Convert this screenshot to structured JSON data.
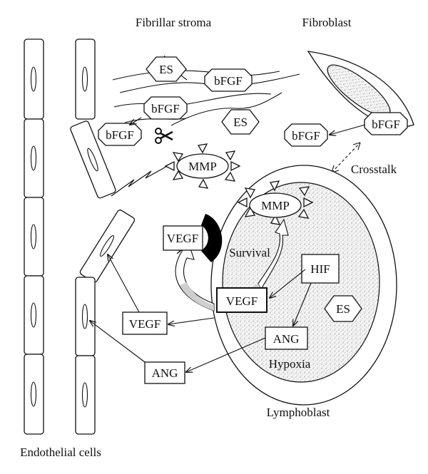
{
  "labels": {
    "fibrillar_stroma": "Fibrillar stroma",
    "fibroblast": "Fibroblast",
    "crosstalk": "Crosstalk",
    "endothelial_cells": "Endothelial cells",
    "lymphoblast": "Lymphoblast",
    "hypoxia": "Hypoxia",
    "survival": "Survival"
  },
  "molecules": {
    "es_top": "ES",
    "bfgf_top": "bFGF",
    "bfgf_mid": "bFGF",
    "bfgf_left": "bFGF",
    "es_mid": "ES",
    "bfgf_fibroblast": "bFGF",
    "bfgf_released": "bFGF",
    "mmp_stroma": "MMP",
    "mmp_lymphoblast": "MMP",
    "vegf_receptor": "VEGF",
    "vegf_inner": "VEGF",
    "hif": "HIF",
    "es_inner": "ES",
    "ang_inner": "ANG",
    "vegf_outer": "VEGF",
    "ang_outer": "ANG"
  },
  "icons": {
    "scissors": "scissors-icon",
    "lightning": "lightning-icon"
  }
}
